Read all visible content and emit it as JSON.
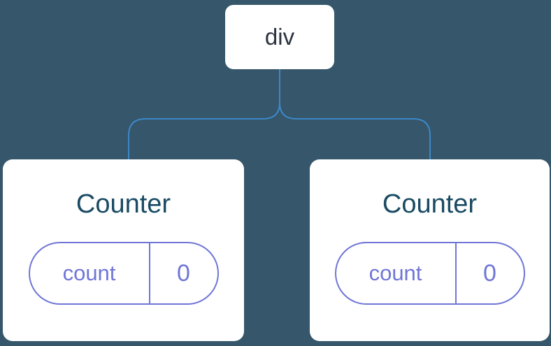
{
  "diagram": {
    "root": {
      "label": "div"
    },
    "children": [
      {
        "label": "Counter",
        "state": {
          "key": "count",
          "value": "0"
        }
      },
      {
        "label": "Counter",
        "state": {
          "key": "count",
          "value": "0"
        }
      }
    ],
    "colors": {
      "background": "#35566B",
      "connector": "#3D88C7",
      "node_bg": "#FFFFFF",
      "root_text": "#2B3440",
      "component_text": "#1A4B63",
      "state_accent": "#7076D6"
    }
  }
}
